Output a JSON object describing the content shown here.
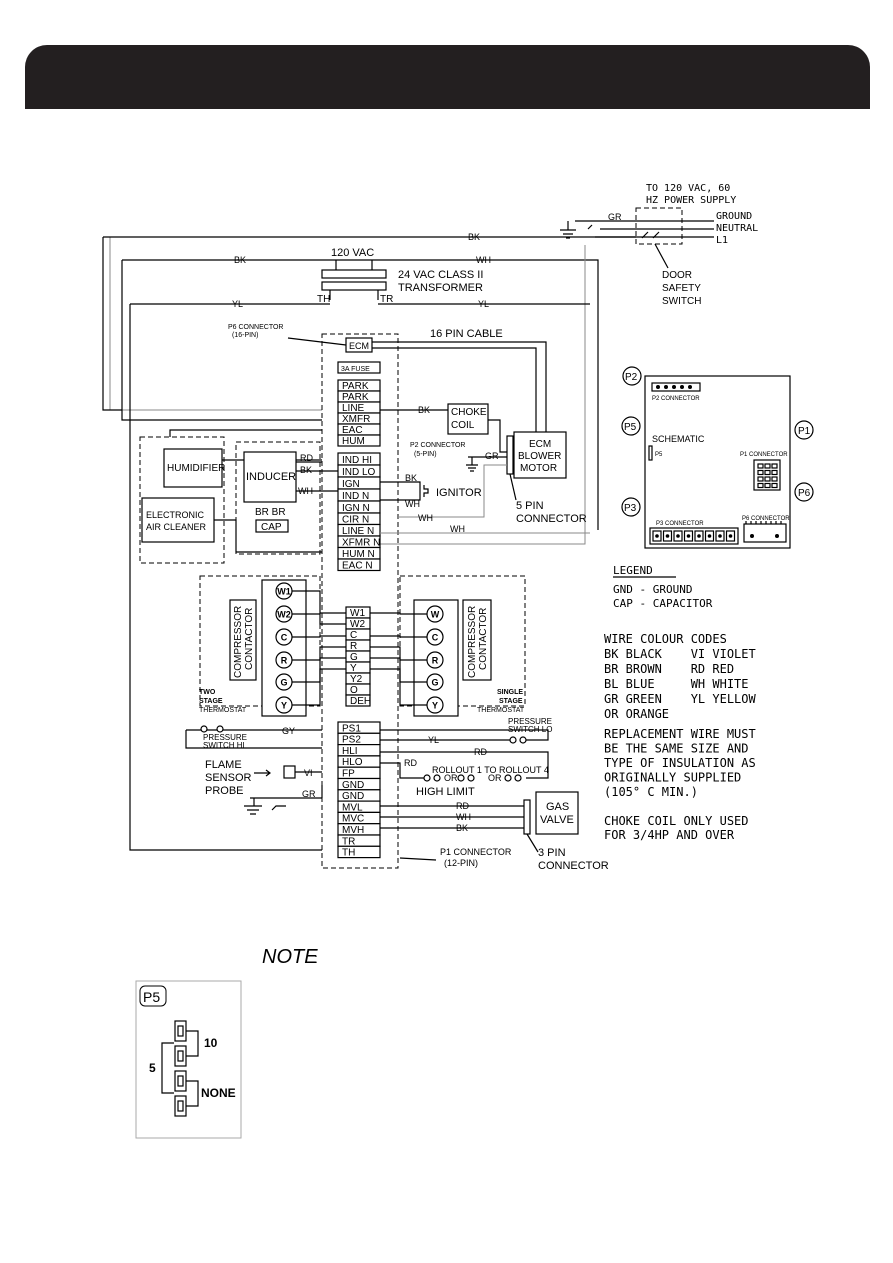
{
  "power": {
    "title_line1": "TO 120 VAC, 60",
    "title_line2": "HZ POWER SUPPLY",
    "ground": "GROUND",
    "neutral": "NEUTRAL",
    "l1": "L1"
  },
  "door_switch": {
    "line1": "DOOR",
    "line2": "SAFETY",
    "line3": "SWITCH"
  },
  "transformer": {
    "vac": "120 VAC",
    "line1": "24 VAC CLASS II",
    "line2": "TRANSFORMER",
    "th": "TH",
    "tr": "TR"
  },
  "p6": {
    "line1": "P6 CONNECTOR",
    "line2": "(16-PIN)"
  },
  "cable": "16 PIN CABLE",
  "ecm_label": "ECM",
  "fuse": "3A FUSE",
  "p1_top_terms": [
    "PARK",
    "PARK",
    "LINE",
    "XMFR",
    "EAC",
    "HUM"
  ],
  "p2_terms": [
    "IND HI",
    "IND LO",
    "IGN",
    "IND N",
    "IGN N"
  ],
  "neutral_terms": [
    "CIR N",
    "LINE N",
    "XFMR N",
    "HUM N",
    "EAC N"
  ],
  "stat_terms": [
    "W1",
    "W2",
    "C",
    "R",
    "G",
    "Y",
    "Y2",
    "O",
    "DEH"
  ],
  "bottom_terms": [
    "PS1",
    "PS2",
    "HLI",
    "HLO",
    "FP",
    "GND",
    "GND",
    "MVL",
    "MVC",
    "MVH",
    "TR",
    "TH"
  ],
  "choke": {
    "line1": "CHOKE",
    "line2": "COIL"
  },
  "ecm_motor": {
    "line1": "ECM",
    "line2": "BLOWER",
    "line3": "MOTOR"
  },
  "p2_connector": {
    "line1": "P2 CONNECTOR",
    "line2": "(5-PIN)"
  },
  "five_pin": {
    "line1": "5 PIN",
    "line2": "CONNECTOR"
  },
  "ignitor": "IGNITOR",
  "humidifier": "HUMIDIFIER",
  "air_cleaner": {
    "line1": "ELECTRONIC",
    "line2": "AIR CLEANER"
  },
  "inducer": "INDUCER",
  "inducer_br": "BR BR",
  "cap": "CAP",
  "contactor": {
    "line1": "COMPRESSOR",
    "line2": "CONTACTOR"
  },
  "two_stage": {
    "line1": "TWO",
    "line2": "STAGE",
    "line3": "THERMOSTAT"
  },
  "single_stage": {
    "line1": "SINGLE",
    "line2": "STAGE",
    "line3": "THERMOSTAT"
  },
  "two_stage_terms": [
    "W1",
    "W2",
    "C",
    "R",
    "G",
    "Y"
  ],
  "single_stage_terms": [
    "W",
    "C",
    "R",
    "G",
    "Y"
  ],
  "pressure_hi": {
    "line1": "PRESSURE",
    "line2": "SWITCH HI"
  },
  "pressure_lo": {
    "line1": "PRESSURE",
    "line2": "SWITCH LO"
  },
  "flame": {
    "line1": "FLAME",
    "line2": "SENSOR",
    "line3": "PROBE"
  },
  "rollout": {
    "line1": "ROLLOUT 1 TO ROLLOUT 4",
    "or1": "OR",
    "or2": "OR"
  },
  "high_limit": "HIGH LIMIT",
  "gas_valve": {
    "line1": "GAS",
    "line2": "VALVE"
  },
  "three_pin": {
    "line1": "3 PIN",
    "line2": "CONNECTOR"
  },
  "p1_connector": {
    "line1": "P1 CONNECTOR",
    "line2": "(12-PIN)"
  },
  "wire_labels": {
    "bk": "BK",
    "wh": "WH",
    "yl": "YL",
    "gr": "GR",
    "rd": "RD",
    "gy": "GY",
    "vi": "VI"
  },
  "board": {
    "p2": "P2",
    "p5": "P5",
    "p1": "P1",
    "p3": "P3",
    "p6": "P6",
    "p2_conn": "P2 CONNECTOR",
    "schematic": "SCHEMATIC",
    "p5_small": "P5",
    "p1_conn": "P1 CONNECTOR",
    "p3_conn": "P3 CONNECTOR",
    "p6_conn": "P6 CONNECTOR"
  },
  "legend": {
    "title": "LEGEND",
    "gnd": "GND - GROUND",
    "cap": "CAP - CAPACITOR"
  },
  "colour_codes": {
    "title": "WIRE COLOUR CODES",
    "rows": [
      "BK BLACK    VI VIOLET",
      "BR BROWN    RD RED",
      "BL BLUE     WH WHITE",
      "GR GREEN    YL YELLOW",
      "OR ORANGE"
    ]
  },
  "replacement_note": [
    "REPLACEMENT WIRE MUST",
    "BE THE SAME SIZE AND",
    "TYPE OF INSULATION AS",
    "ORIGINALLY SUPPLIED",
    "(105° C MIN.)"
  ],
  "choke_note": [
    "CHOKE COIL ONLY USED",
    "FOR 3/4HP AND OVER"
  ],
  "note_heading": "NOTE",
  "note_colon": ":",
  "p5_detail": {
    "label": "P5",
    "ten": "10",
    "five": "5",
    "none": "NONE"
  }
}
